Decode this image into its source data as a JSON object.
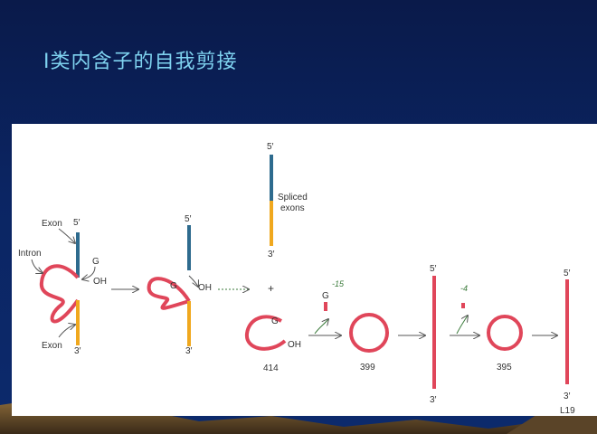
{
  "slide": {
    "title": "Ⅰ类内含子的自我剪接"
  },
  "diagram": {
    "colors": {
      "exon5": "#2e6b8e",
      "exon3": "#f0a81e",
      "intron": "#e0465a",
      "arrow": "#555555",
      "handwriting": "#3a7a3a",
      "background_top": "#0a1a4a",
      "background_bottom": "#0c2a6c"
    },
    "labels": {
      "exon_top": "Exon",
      "exon_bottom": "Exon",
      "intron": "Intron",
      "g1": "G",
      "oh1": "OH",
      "five1": "5′",
      "three1": "3′",
      "g2": "G",
      "oh2": "OH",
      "five2": "5′",
      "three2": "3′",
      "five3": "5′",
      "three3": "3′",
      "spliced": "Spliced",
      "exons": "exons",
      "plus": "+",
      "g3": "G",
      "oh3": "OH",
      "n414": "414",
      "g4": "G",
      "hand15": "-15",
      "n399": "399",
      "five5": "5′",
      "three5": "3′",
      "hand4": "-4",
      "n395": "395",
      "five6": "5′",
      "three6": "3′",
      "l19": "L19"
    }
  }
}
